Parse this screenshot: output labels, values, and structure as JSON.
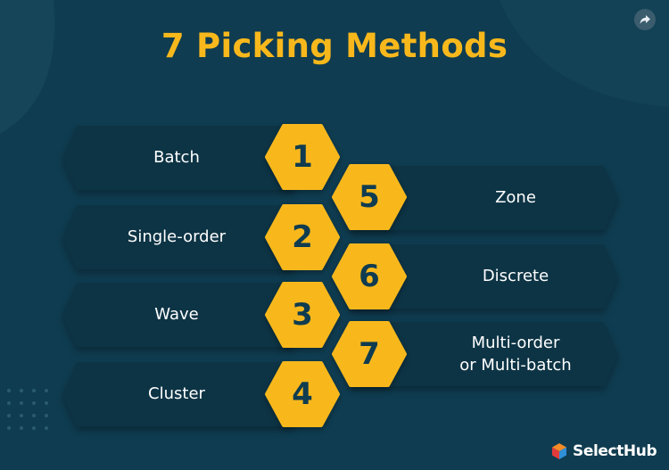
{
  "title": "7 Picking Methods",
  "methods": [
    {
      "number": "1",
      "label": "Batch"
    },
    {
      "number": "2",
      "label": "Single-order"
    },
    {
      "number": "3",
      "label": "Wave"
    },
    {
      "number": "4",
      "label": "Cluster"
    },
    {
      "number": "5",
      "label": "Zone"
    },
    {
      "number": "6",
      "label": "Discrete"
    },
    {
      "number": "7",
      "label": "Multi-order\nor Multi-batch"
    }
  ],
  "brand": "SelectHub",
  "colors": {
    "background": "#0f3c50",
    "banner": "#0d3445",
    "accent": "#f8b81c",
    "text": "#ffffff",
    "logo_orange": "#f28c28",
    "logo_red": "#e23b3b",
    "logo_blue": "#2f8fd8"
  },
  "icons": {
    "share": "share-arrow-icon",
    "logo": "selecthub-logo-icon"
  }
}
